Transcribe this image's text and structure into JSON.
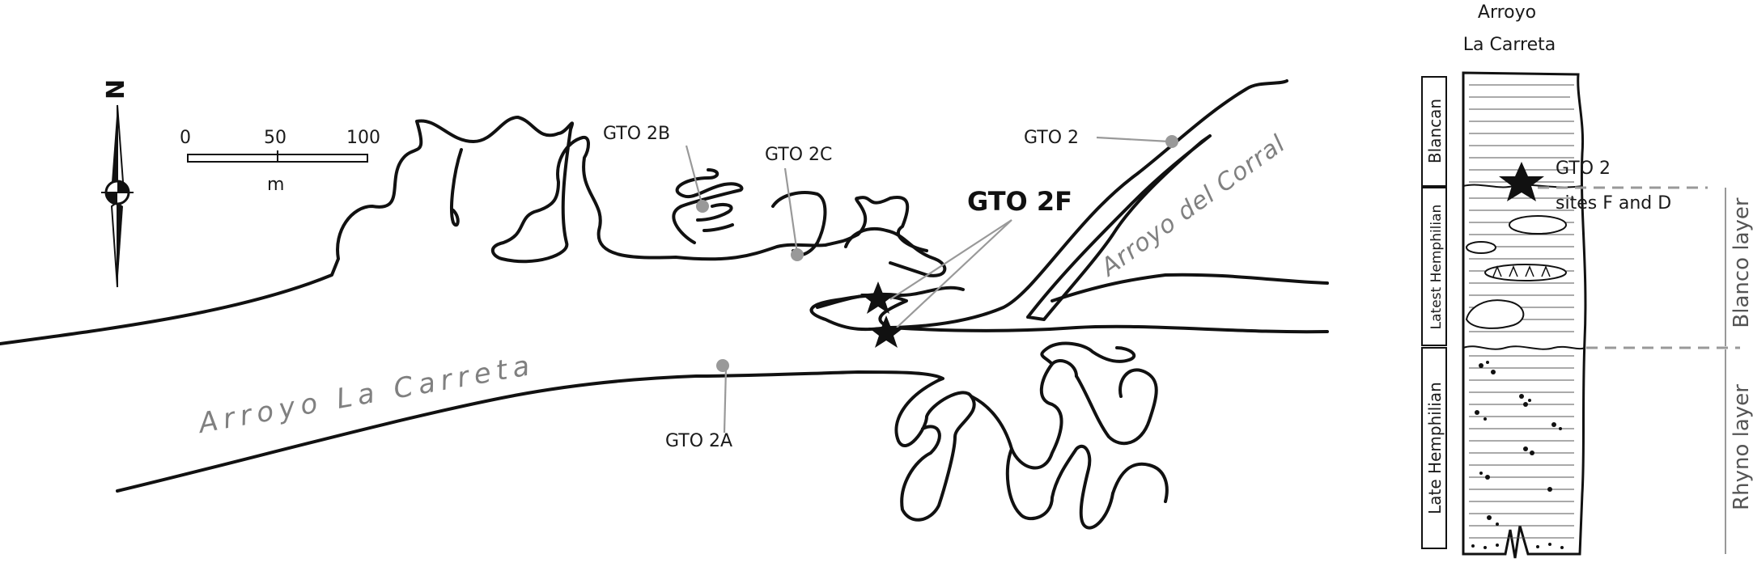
{
  "north_arrow": {
    "letter": "N"
  },
  "scale_bar": {
    "ticks": [
      "0",
      "50",
      "100"
    ],
    "unit": "m"
  },
  "rivers": {
    "main": "Arroyo La Carreta",
    "tributary": "Arroyo del Corral"
  },
  "sites": {
    "gto2": "GTO 2",
    "gto2a": "GTO 2A",
    "gto2b": "GTO 2B",
    "gto2c": "GTO 2C",
    "gto2f": "GTO 2F"
  },
  "column": {
    "title_line1": "Arroyo",
    "title_line2": "La Carreta",
    "site_line1": "GTO 2",
    "site_line2": "sites F and D",
    "ages": [
      "Blancan",
      "Latest Hemphilian",
      "Late Hemphilian"
    ],
    "layers": [
      "Blanco layer",
      "Rhyno layer"
    ]
  },
  "colors": {
    "ink": "#111111",
    "gray_label": "#808080",
    "leader": "#999999"
  }
}
